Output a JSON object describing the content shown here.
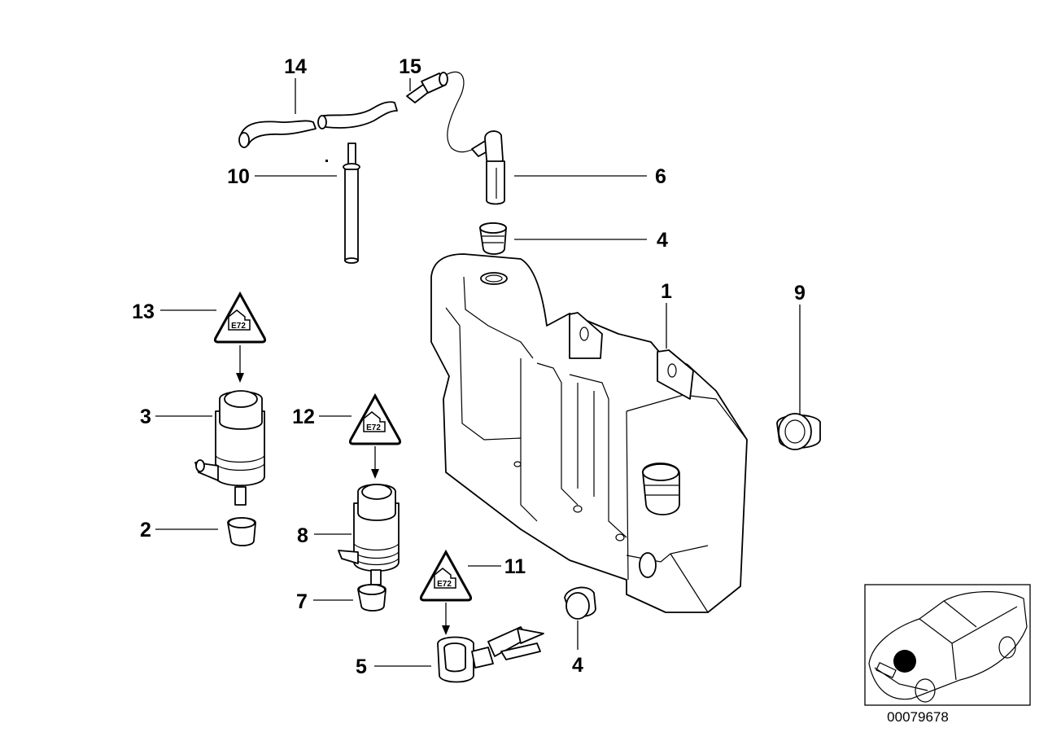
{
  "callouts": {
    "c1": "1",
    "c2": "2",
    "c3": "3",
    "c4a": "4",
    "c4b": "4",
    "c5": "5",
    "c6": "6",
    "c7": "7",
    "c8": "8",
    "c9": "9",
    "c10": "10",
    "c11": "11",
    "c12": "12",
    "c13": "13",
    "c14": "14",
    "c15": "15"
  },
  "warning_symbol_text": "E72",
  "diagram_code": "00079678",
  "icons": {
    "warning": "warning-triangle-icon",
    "car_locator": "car-location-icon"
  }
}
